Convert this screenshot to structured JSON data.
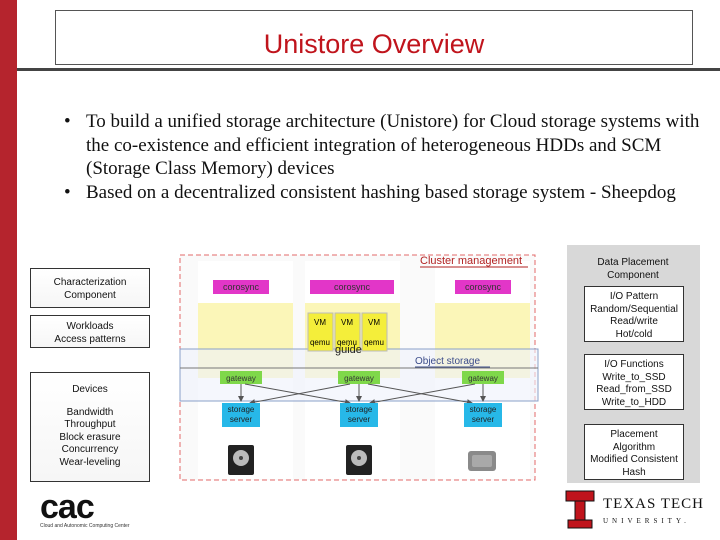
{
  "title": "Unistore Overview",
  "bullets": [
    "To build a unified storage architecture (Unistore) for Cloud storage systems with the co-existence and efficient integration of heterogeneous HDDs and SCM (Storage Class Memory) devices",
    "Based on a decentralized consistent hashing based storage system - Sheepdog"
  ],
  "left": {
    "characterization": "Characterization Component",
    "workloads": "Workloads Access patterns",
    "devices": "Devices",
    "metrics": [
      "Bandwidth",
      "Throughput",
      "Block erasure",
      "Concurrency",
      "Wear-leveling"
    ]
  },
  "right": {
    "placement_component": "Data Placement Component",
    "io_pattern": [
      "I/O Pattern",
      "Random/Sequential",
      "Read/write",
      "Hot/cold"
    ],
    "io_functions": [
      "I/O Functions",
      "Write_to_SSD",
      "Read_from_SSD",
      "Write_to_HDD"
    ],
    "placement_algorithm": [
      "Placement",
      "Algorithm",
      "Modified Consistent",
      "Hash"
    ]
  },
  "diagram": {
    "cluster_management": "Cluster management",
    "object_storage": "Object storage",
    "corosync": "corosync",
    "vm": "VM",
    "qemu": "qemu",
    "guide": "guide",
    "gateway": "gateway",
    "storage_server": [
      "storage",
      "server"
    ]
  },
  "logos": {
    "cac": "cac",
    "cac_sub": "Cloud and Autonomic Computing Center",
    "ttu_line1": "TEXAS TECH",
    "ttu_line2": "UNIVERSITY."
  },
  "colors": {
    "accent": "#c0141c",
    "bar": "#b5242d",
    "corosync": "#e236c8",
    "gateway": "#7fd84a",
    "storage": "#27b8e8",
    "zone": "#fbf6b8"
  }
}
